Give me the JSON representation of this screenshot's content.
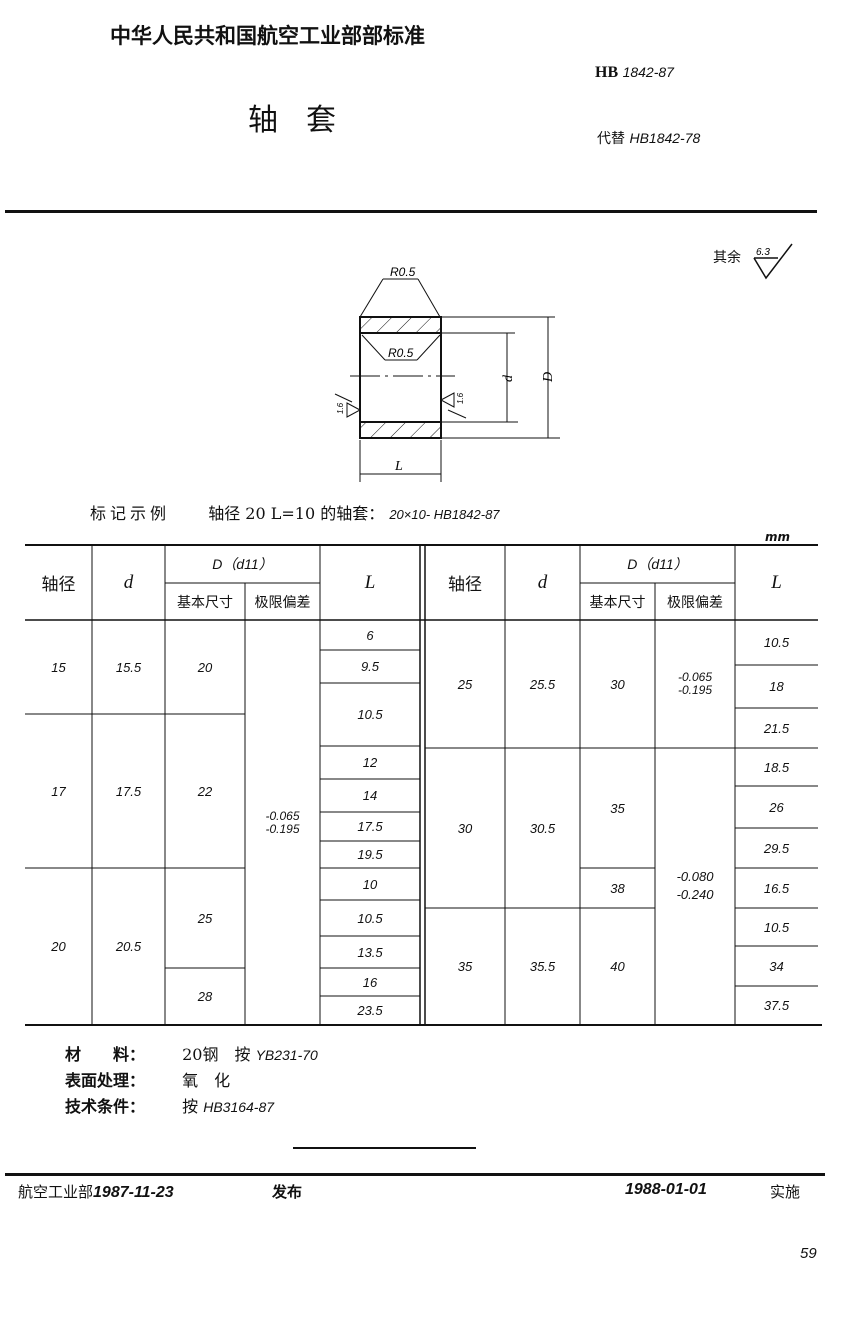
{
  "header": {
    "organization": "中华人民共和国航空工业部部标准",
    "standard_prefix": "HB",
    "standard_number": "1842-87",
    "title": "轴套",
    "replaces_label": "代替",
    "replaces_number": "HB1842-78"
  },
  "drawing": {
    "chamfer_outer": "R0.5",
    "chamfer_inner": "R0.5",
    "dim_inner": "d",
    "dim_outer": "D",
    "dim_length": "L",
    "roughness_left": "1.6",
    "roughness_right": "1.6",
    "roughness_rest_label": "其余",
    "roughness_rest_value": "6.3"
  },
  "marking_example": {
    "label": "标记示例",
    "text": "轴径 20  L=10 的轴套：",
    "code": "20×10- HB1842-87"
  },
  "unit": "mm",
  "table": {
    "headers": {
      "shaft_dia": "轴径",
      "d": "d",
      "D_group": "D（d11）",
      "basic_size": "基本尺寸",
      "limit_dev": "极限偏差",
      "L": "L"
    },
    "left": {
      "groups": [
        {
          "shaft": "15",
          "d": "15.5",
          "sizes": [
            {
              "D": "20",
              "L": [
                "6",
                "9.5",
                "10.5"
              ]
            }
          ]
        },
        {
          "shaft": "17",
          "d": "17.5",
          "sizes": [
            {
              "D": "22",
              "L": [
                "12",
                "14",
                "17.5",
                "19.5"
              ]
            }
          ]
        },
        {
          "shaft": "20",
          "d": "20.5",
          "sizes": [
            {
              "D": "25",
              "L": [
                "10",
                "10.5",
                "13.5"
              ]
            },
            {
              "D": "28",
              "L": [
                "16",
                "23.5"
              ]
            }
          ]
        }
      ],
      "deviation_upper": "-0.065",
      "deviation_lower": "-0.195"
    },
    "right": {
      "groups": [
        {
          "shaft": "25",
          "d": "25.5",
          "sizes": [
            {
              "D": "30",
              "L": [
                "10.5",
                "18",
                "21.5"
              ]
            }
          ],
          "deviation_upper": "-0.065",
          "deviation_lower": "-0.195"
        },
        {
          "shaft": "30",
          "d": "30.5",
          "sizes": [
            {
              "D": "35",
              "L": [
                "18.5",
                "26",
                "29.5"
              ]
            },
            {
              "D": "38",
              "L": [
                "16.5"
              ]
            }
          ]
        },
        {
          "shaft": "35",
          "d": "35.5",
          "sizes": [
            {
              "D": "40",
              "L": [
                "10.5",
                "34",
                "37.5"
              ]
            }
          ]
        }
      ],
      "deviation2_upper": "-0.080",
      "deviation2_lower": "-0.240"
    }
  },
  "notes": {
    "material_label": "材　　料：",
    "material_value_pre": "20钢　按",
    "material_value_std": "YB231-70",
    "surface_label": "表面处理：",
    "surface_value": "氧　化",
    "tech_label": "技术条件：",
    "tech_value_pre": "按",
    "tech_value_std": "HB3164-87"
  },
  "footer": {
    "issuer": "航空工业部",
    "issue_date": "1987-11-23",
    "issue_label": "发布",
    "effective_date": "1988-01-01",
    "effective_label": "实施",
    "page_number": "59"
  }
}
